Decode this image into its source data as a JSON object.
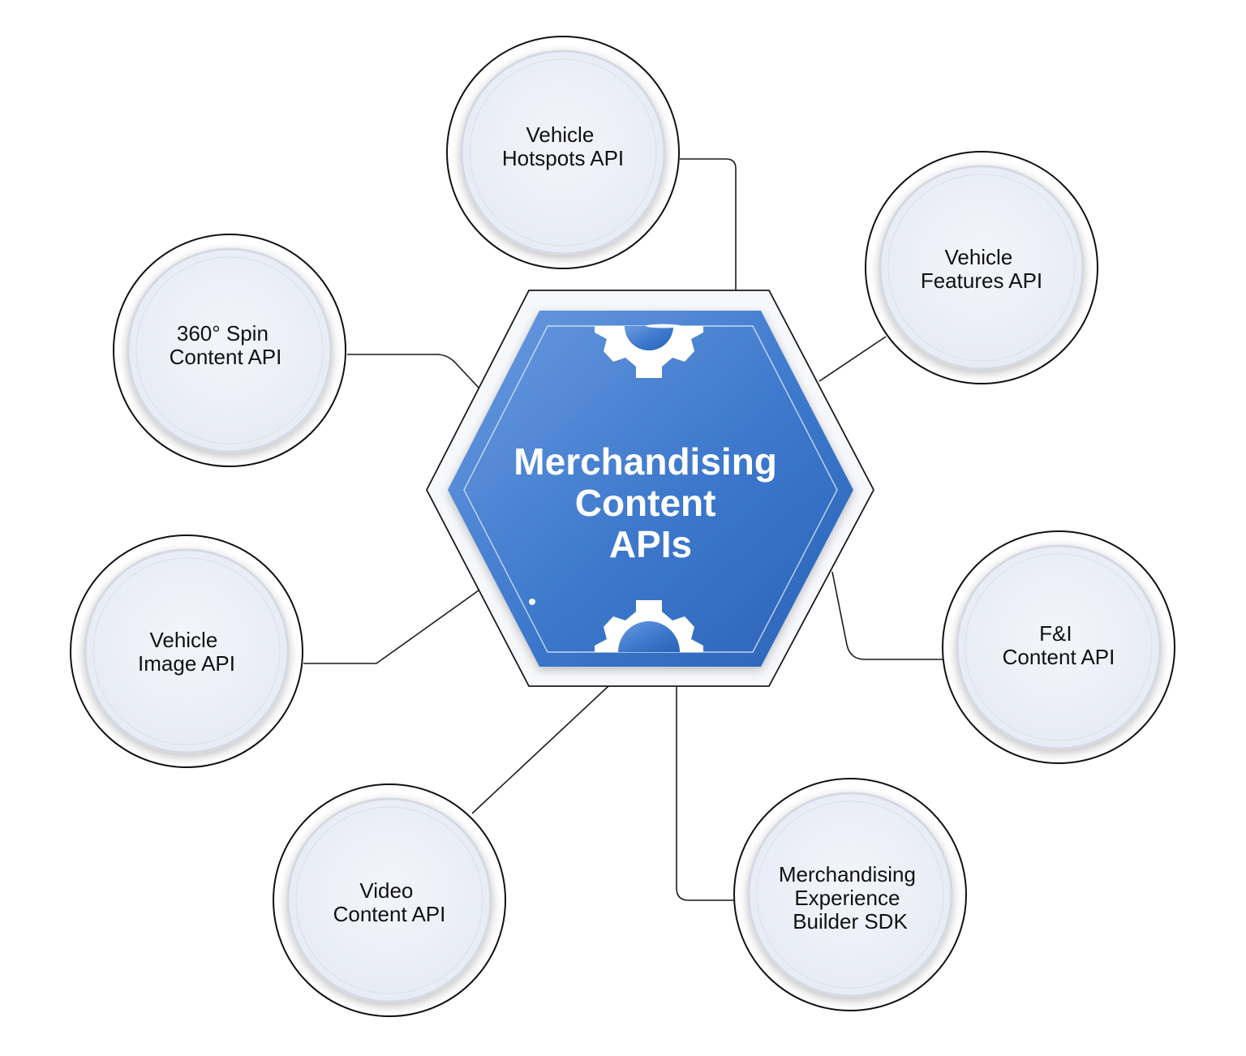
{
  "hub": {
    "lines": [
      "Merchandising",
      "Content",
      "APIs"
    ]
  },
  "nodes": [
    {
      "id": "vehicle-hotspots-api",
      "lines": [
        "Vehicle",
        "Hotspots API"
      ]
    },
    {
      "id": "vehicle-features-api",
      "lines": [
        "Vehicle",
        "Features API"
      ]
    },
    {
      "id": "fni-content-api",
      "lines": [
        "F&I",
        "Content API"
      ]
    },
    {
      "id": "merchandising-experience-builder-sdk",
      "lines": [
        "Merchandising",
        "Experience",
        "Builder SDK"
      ]
    },
    {
      "id": "video-content-api",
      "lines": [
        "Video",
        "Content API"
      ]
    },
    {
      "id": "vehicle-image-api",
      "lines": [
        "Vehicle",
        "Image API"
      ]
    },
    {
      "id": "360-spin-content-api",
      "lines": [
        "360° Spin",
        "Content API"
      ]
    }
  ],
  "colors": {
    "hub_fill_light": "#5b8fd9",
    "hub_fill_dark": "#2f6cc0",
    "hub_outline": "#1a1a1a",
    "node_fill": "#eef1f8",
    "node_outline": "#111111",
    "gear": "#ffffff"
  },
  "icons": [
    "gear-icon-top",
    "gear-icon-bottom"
  ]
}
